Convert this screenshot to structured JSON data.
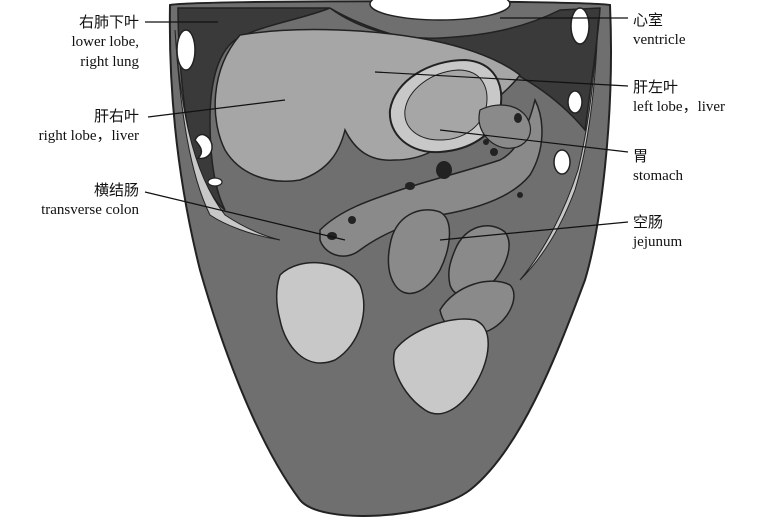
{
  "labels": {
    "lower_lobe_right_lung": {
      "cn": "右肺下叶",
      "en1": "lower  lobe,",
      "en2": "right lung"
    },
    "right_lobe_liver": {
      "cn": "肝右叶",
      "en": "right lobe，liver"
    },
    "transverse_colon": {
      "cn": "横结肠",
      "en": "transverse colon"
    },
    "ventricle": {
      "cn": "心室",
      "en": "ventricle"
    },
    "left_lobe_liver": {
      "cn": "肝左叶",
      "en": "left lobe，liver"
    },
    "stomach": {
      "cn": "胃",
      "en": "stomach"
    },
    "jejunum": {
      "cn": "空肠",
      "en": "jejunum"
    }
  },
  "colors": {
    "body": "#6f6f6f",
    "outline": "#222222",
    "dark": "#3a3a3a",
    "liver": "#a6a6a6",
    "light": "#c8c8c8",
    "mid": "#8a8a8a",
    "bright": "#ffffff"
  }
}
